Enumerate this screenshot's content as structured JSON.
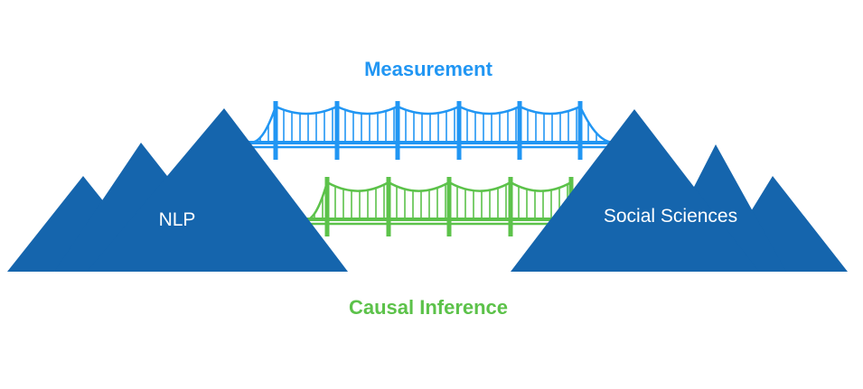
{
  "colors": {
    "mountain": "#1565ad",
    "measurement": "#2196f3",
    "causal": "#5cc24a",
    "background": "#ffffff"
  },
  "labels": {
    "measurement": "Measurement",
    "causal_inference": "Causal Inference",
    "left_mountain": "NLP",
    "right_mountain": "Social Sciences"
  }
}
